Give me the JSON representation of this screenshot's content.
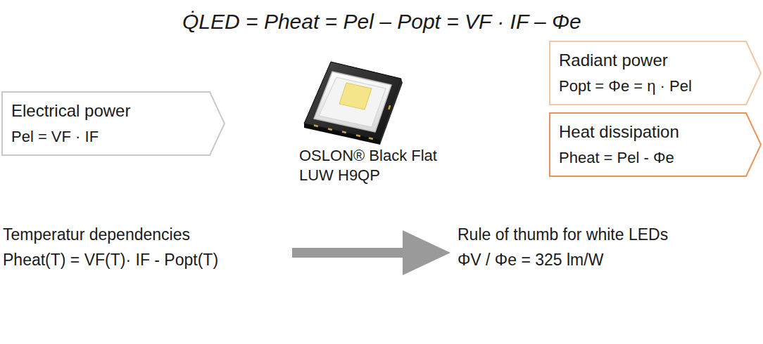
{
  "diagram": {
    "title": "Q̇LED = Pheat = Pel – Popt = VF · IF – Φe",
    "nodes": [
      {
        "text": [
          "Electrical power",
          "Pel = VF · IF"
        ]
      },
      {
        "text": [
          "Radiant power",
          "Popt = Φe = η · Pel"
        ]
      },
      {
        "text": [
          "Heat dissipation",
          "Pheat = Pel - Φe"
        ]
      }
    ],
    "labels": [
      "OSLON® Black Flat LUW H9QP",
      "Temperatur dependencies",
      "Pheat(T) = VF(T)· IF - Popt(T)",
      "Rule of thumb for white LEDs",
      "ΦV / Φe = 325 lm/W"
    ]
  }
}
